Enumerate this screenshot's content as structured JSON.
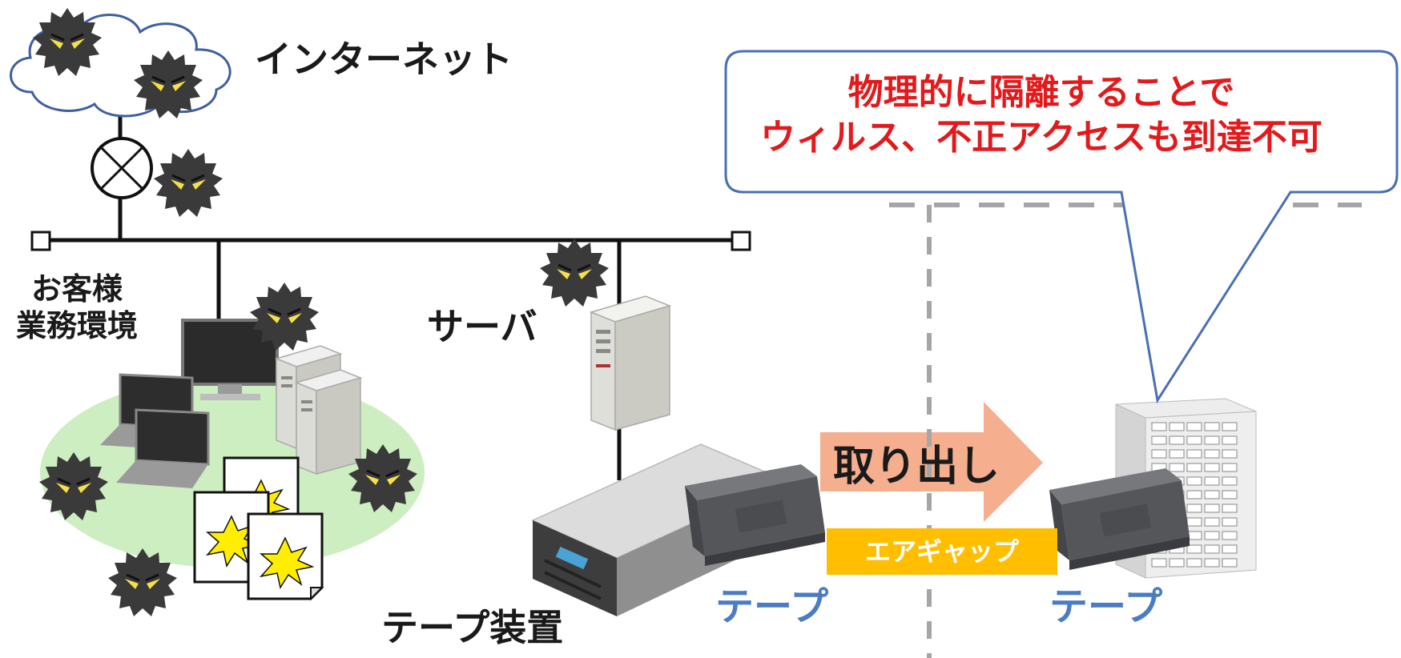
{
  "labels": {
    "internet": "インターネット",
    "customer_line1": "お客様",
    "customer_line2": "業務環境",
    "server": "サーバ",
    "tape_device": "テープ装置",
    "tape1": "テープ",
    "tape2": "テープ",
    "takeout": "取り出し",
    "airgap": "エアギャップ"
  },
  "callout": {
    "line1": "物理的に隔離することで",
    "line2": "ウィルス、不正アクセスも到達不可"
  },
  "colors": {
    "callout_text": "#e3191b",
    "callout_border": "#4a6fb5",
    "tape_label": "#4a7cc4",
    "airgap_bg": "#ffbf00",
    "arrow_fill": "#f4a886",
    "divider": "#a6a6a6",
    "virus": "#3a3a3a",
    "virus_eyes": "#f5e04a",
    "ground": "#cdeec0"
  },
  "icons": [
    "cloud-icon",
    "router-icon",
    "virus-icon",
    "laptop-icon",
    "monitor-icon",
    "server-tower-icon",
    "tape-drive-icon",
    "tape-cartridge-icon",
    "tape-library-icon",
    "infected-document-icon",
    "arrow-right-icon"
  ]
}
